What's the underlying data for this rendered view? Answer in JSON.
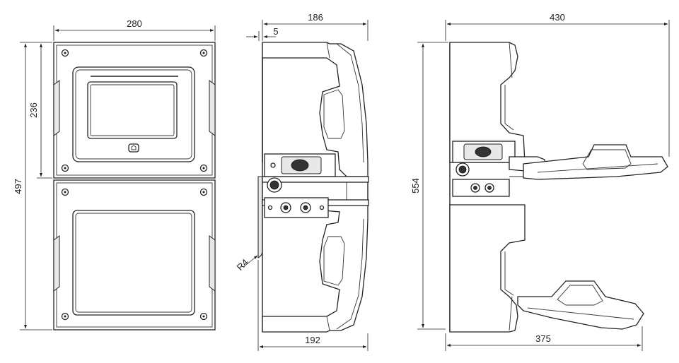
{
  "dimensions": {
    "front_width": "280",
    "front_height_total": "497",
    "front_height_upper": "236",
    "side_depth_top": "186",
    "side_offset": "5",
    "side_depth_bottom": "192",
    "side_radius": "R4",
    "open_width_top": "430",
    "open_height": "554",
    "open_width_bottom": "375"
  }
}
